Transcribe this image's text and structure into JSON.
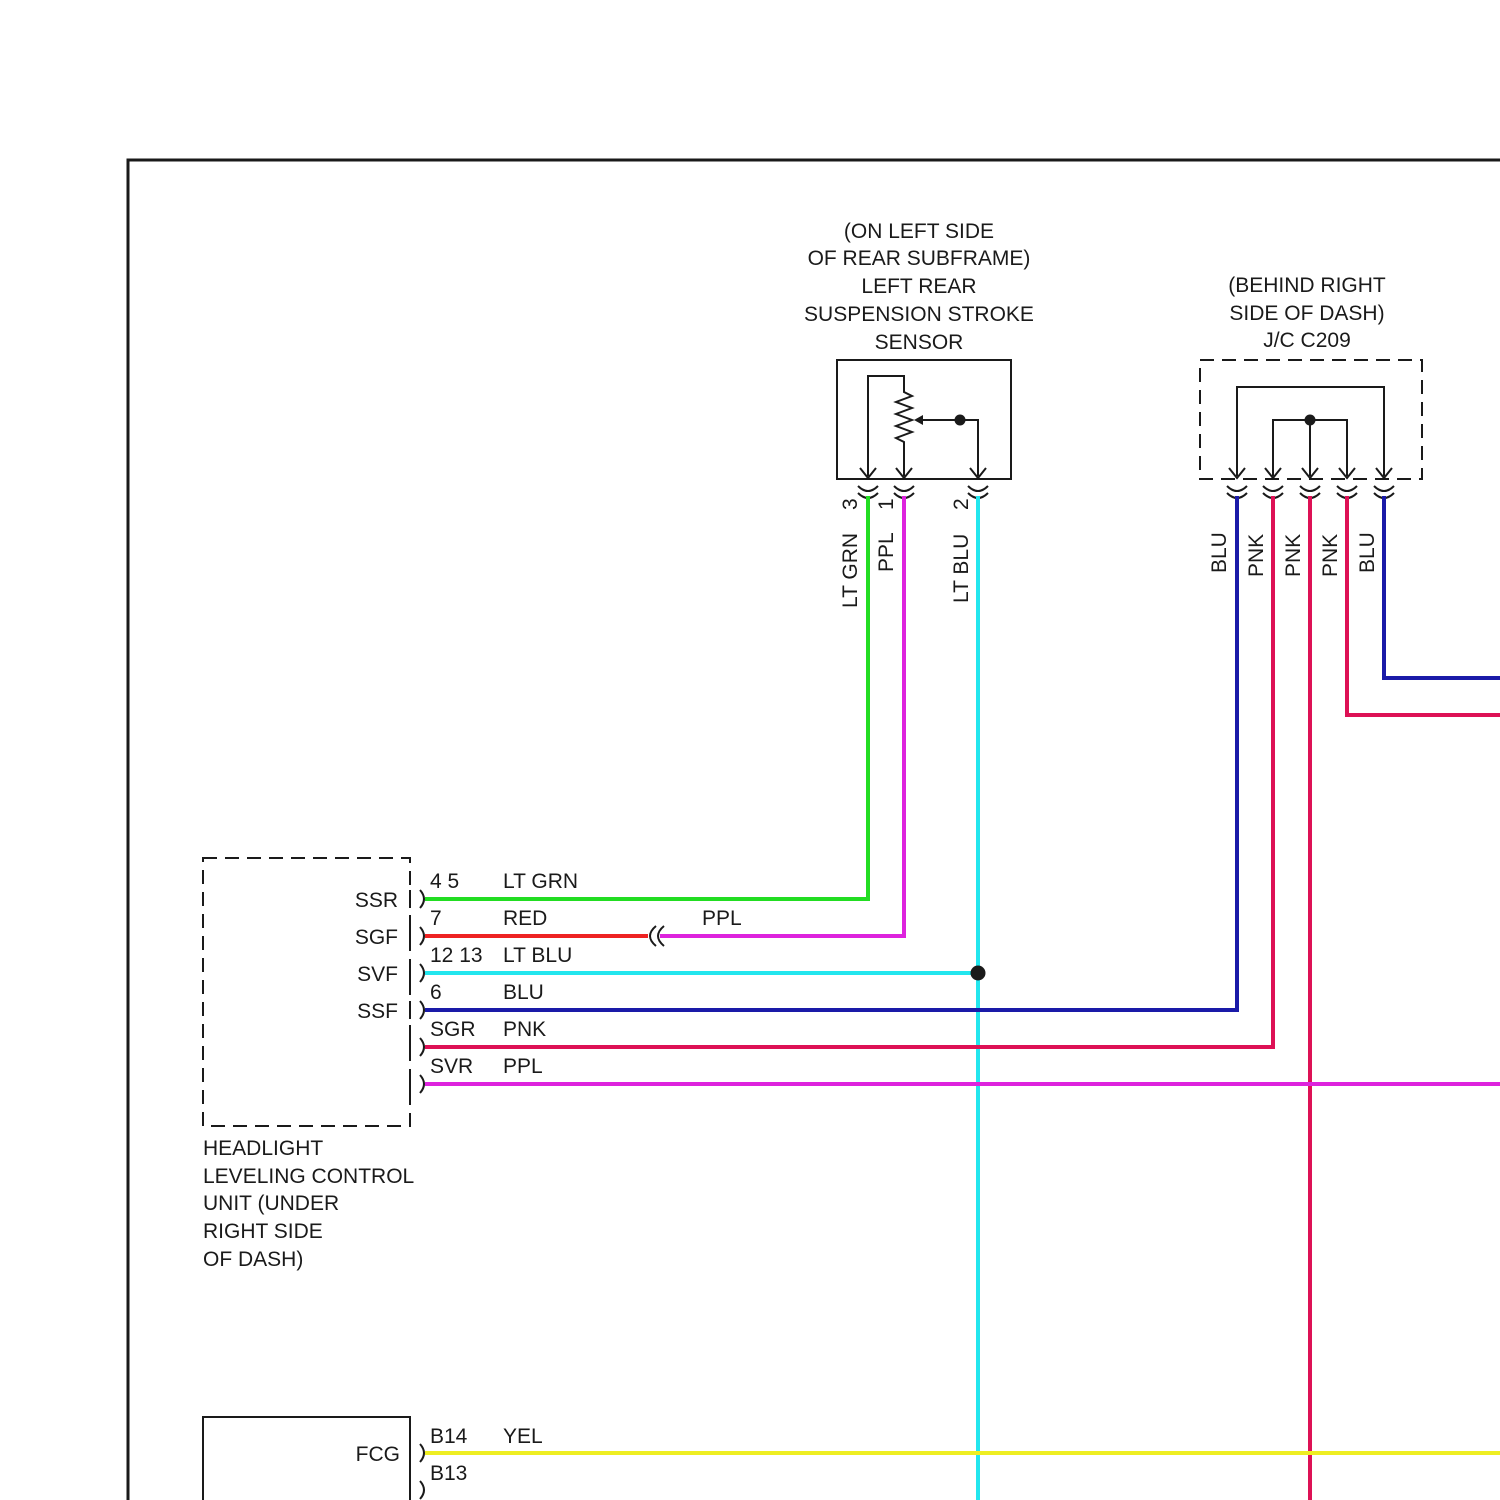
{
  "colors": {
    "lt_grn": "#22dd22",
    "ppl": "#dd22dd",
    "lt_blu": "#22e6ee",
    "red": "#ee2222",
    "blu": "#1a1aa8",
    "pnk": "#dd1155",
    "yel": "#eeee22",
    "line": "#1a1a1a"
  },
  "sensor": {
    "location_line1": "(ON LEFT SIDE",
    "location_line2": "OF REAR SUBFRAME)",
    "name_line1": "LEFT REAR",
    "name_line2": "SUSPENSION STROKE",
    "name_line3": "SENSOR",
    "pins": [
      "3",
      "1",
      "2"
    ],
    "wire_labels": [
      "LT GRN",
      "PPL",
      "LT BLU"
    ]
  },
  "junction": {
    "location_line1": "(BEHIND RIGHT",
    "location_line2": "SIDE OF DASH)",
    "name": "J/C C209",
    "wire_labels": [
      "BLU",
      "PNK",
      "PNK",
      "PNK",
      "BLU"
    ]
  },
  "control_unit": {
    "name_lines": [
      "HEADLIGHT",
      "LEVELING CONTROL",
      "UNIT (UNDER",
      "RIGHT SIDE",
      "OF DASH)"
    ],
    "terminals": [
      "SSR",
      "SGF",
      "SVF",
      "SSF"
    ],
    "rows": [
      {
        "pins": "4 5",
        "wire": "LT GRN"
      },
      {
        "pins": "7",
        "wire": "RED"
      },
      {
        "pins": "12 13",
        "wire": "LT BLU"
      },
      {
        "pins": "6",
        "wire": "BLU"
      },
      {
        "pins": "SGR",
        "wire": "PNK"
      },
      {
        "pins": "SVR",
        "wire": "PPL"
      }
    ],
    "splice_wire_label": "PPL"
  },
  "lower_unit": {
    "terminal": "FCG",
    "pins": [
      "B14",
      "B13"
    ],
    "wire": "YEL"
  }
}
